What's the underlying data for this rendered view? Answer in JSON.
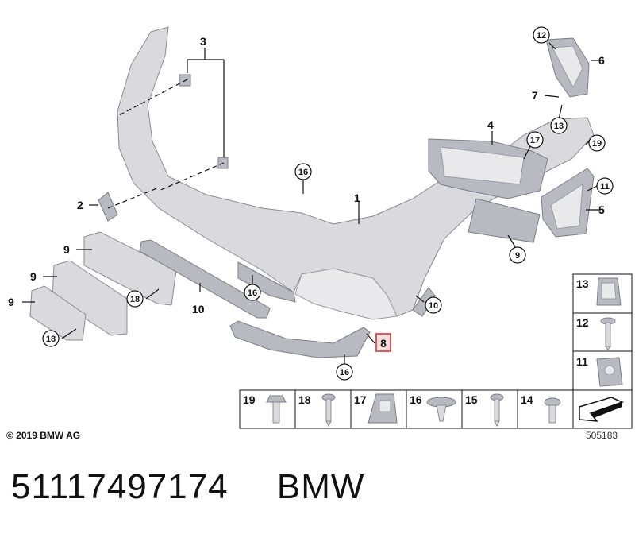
{
  "diagram": {
    "callouts": [
      {
        "id": "c1",
        "label": "1"
      },
      {
        "id": "c2",
        "label": "2"
      },
      {
        "id": "c3",
        "label": "3"
      },
      {
        "id": "c4",
        "label": "4"
      },
      {
        "id": "c5",
        "label": "5"
      },
      {
        "id": "c6",
        "label": "6"
      },
      {
        "id": "c7",
        "label": "7"
      },
      {
        "id": "c8",
        "label": "8",
        "highlighted": true
      },
      {
        "id": "c9a",
        "label": "9"
      },
      {
        "id": "c9b",
        "label": "9"
      },
      {
        "id": "c9c",
        "label": "9"
      },
      {
        "id": "c10",
        "label": "10"
      },
      {
        "id": "c11",
        "label": "11"
      },
      {
        "id": "c12",
        "label": "12"
      },
      {
        "id": "c13",
        "label": "13"
      },
      {
        "id": "c14",
        "label": "14"
      },
      {
        "id": "c15",
        "label": "15"
      },
      {
        "id": "c16a",
        "label": "16"
      },
      {
        "id": "c16b",
        "label": "16"
      },
      {
        "id": "c16c",
        "label": "16"
      },
      {
        "id": "c17",
        "label": "17"
      },
      {
        "id": "c18a",
        "label": "18"
      },
      {
        "id": "c18b",
        "label": "18"
      },
      {
        "id": "c19",
        "label": "19"
      }
    ],
    "fastener_panel_right": [
      "13",
      "12",
      "11"
    ],
    "fastener_panel_bottom": [
      "19",
      "18",
      "17",
      "16",
      "15",
      "14"
    ],
    "highlight_color": "#e23030"
  },
  "copyright": "© 2019 BMW AG",
  "drawing_number": "505183",
  "part_number": "51117497174",
  "brand": "BMW"
}
